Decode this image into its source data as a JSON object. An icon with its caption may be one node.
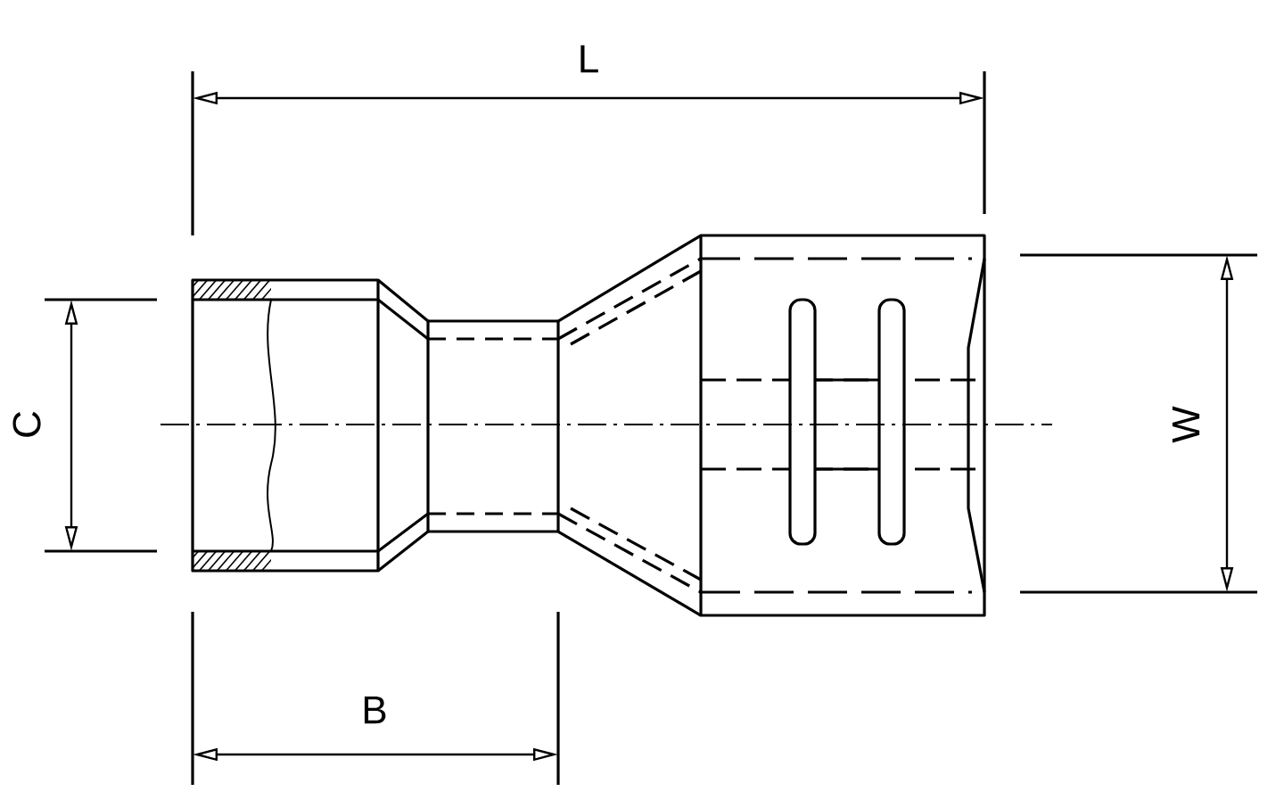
{
  "diagram": {
    "labels": [
      "L",
      "C",
      "W",
      "B"
    ]
  }
}
